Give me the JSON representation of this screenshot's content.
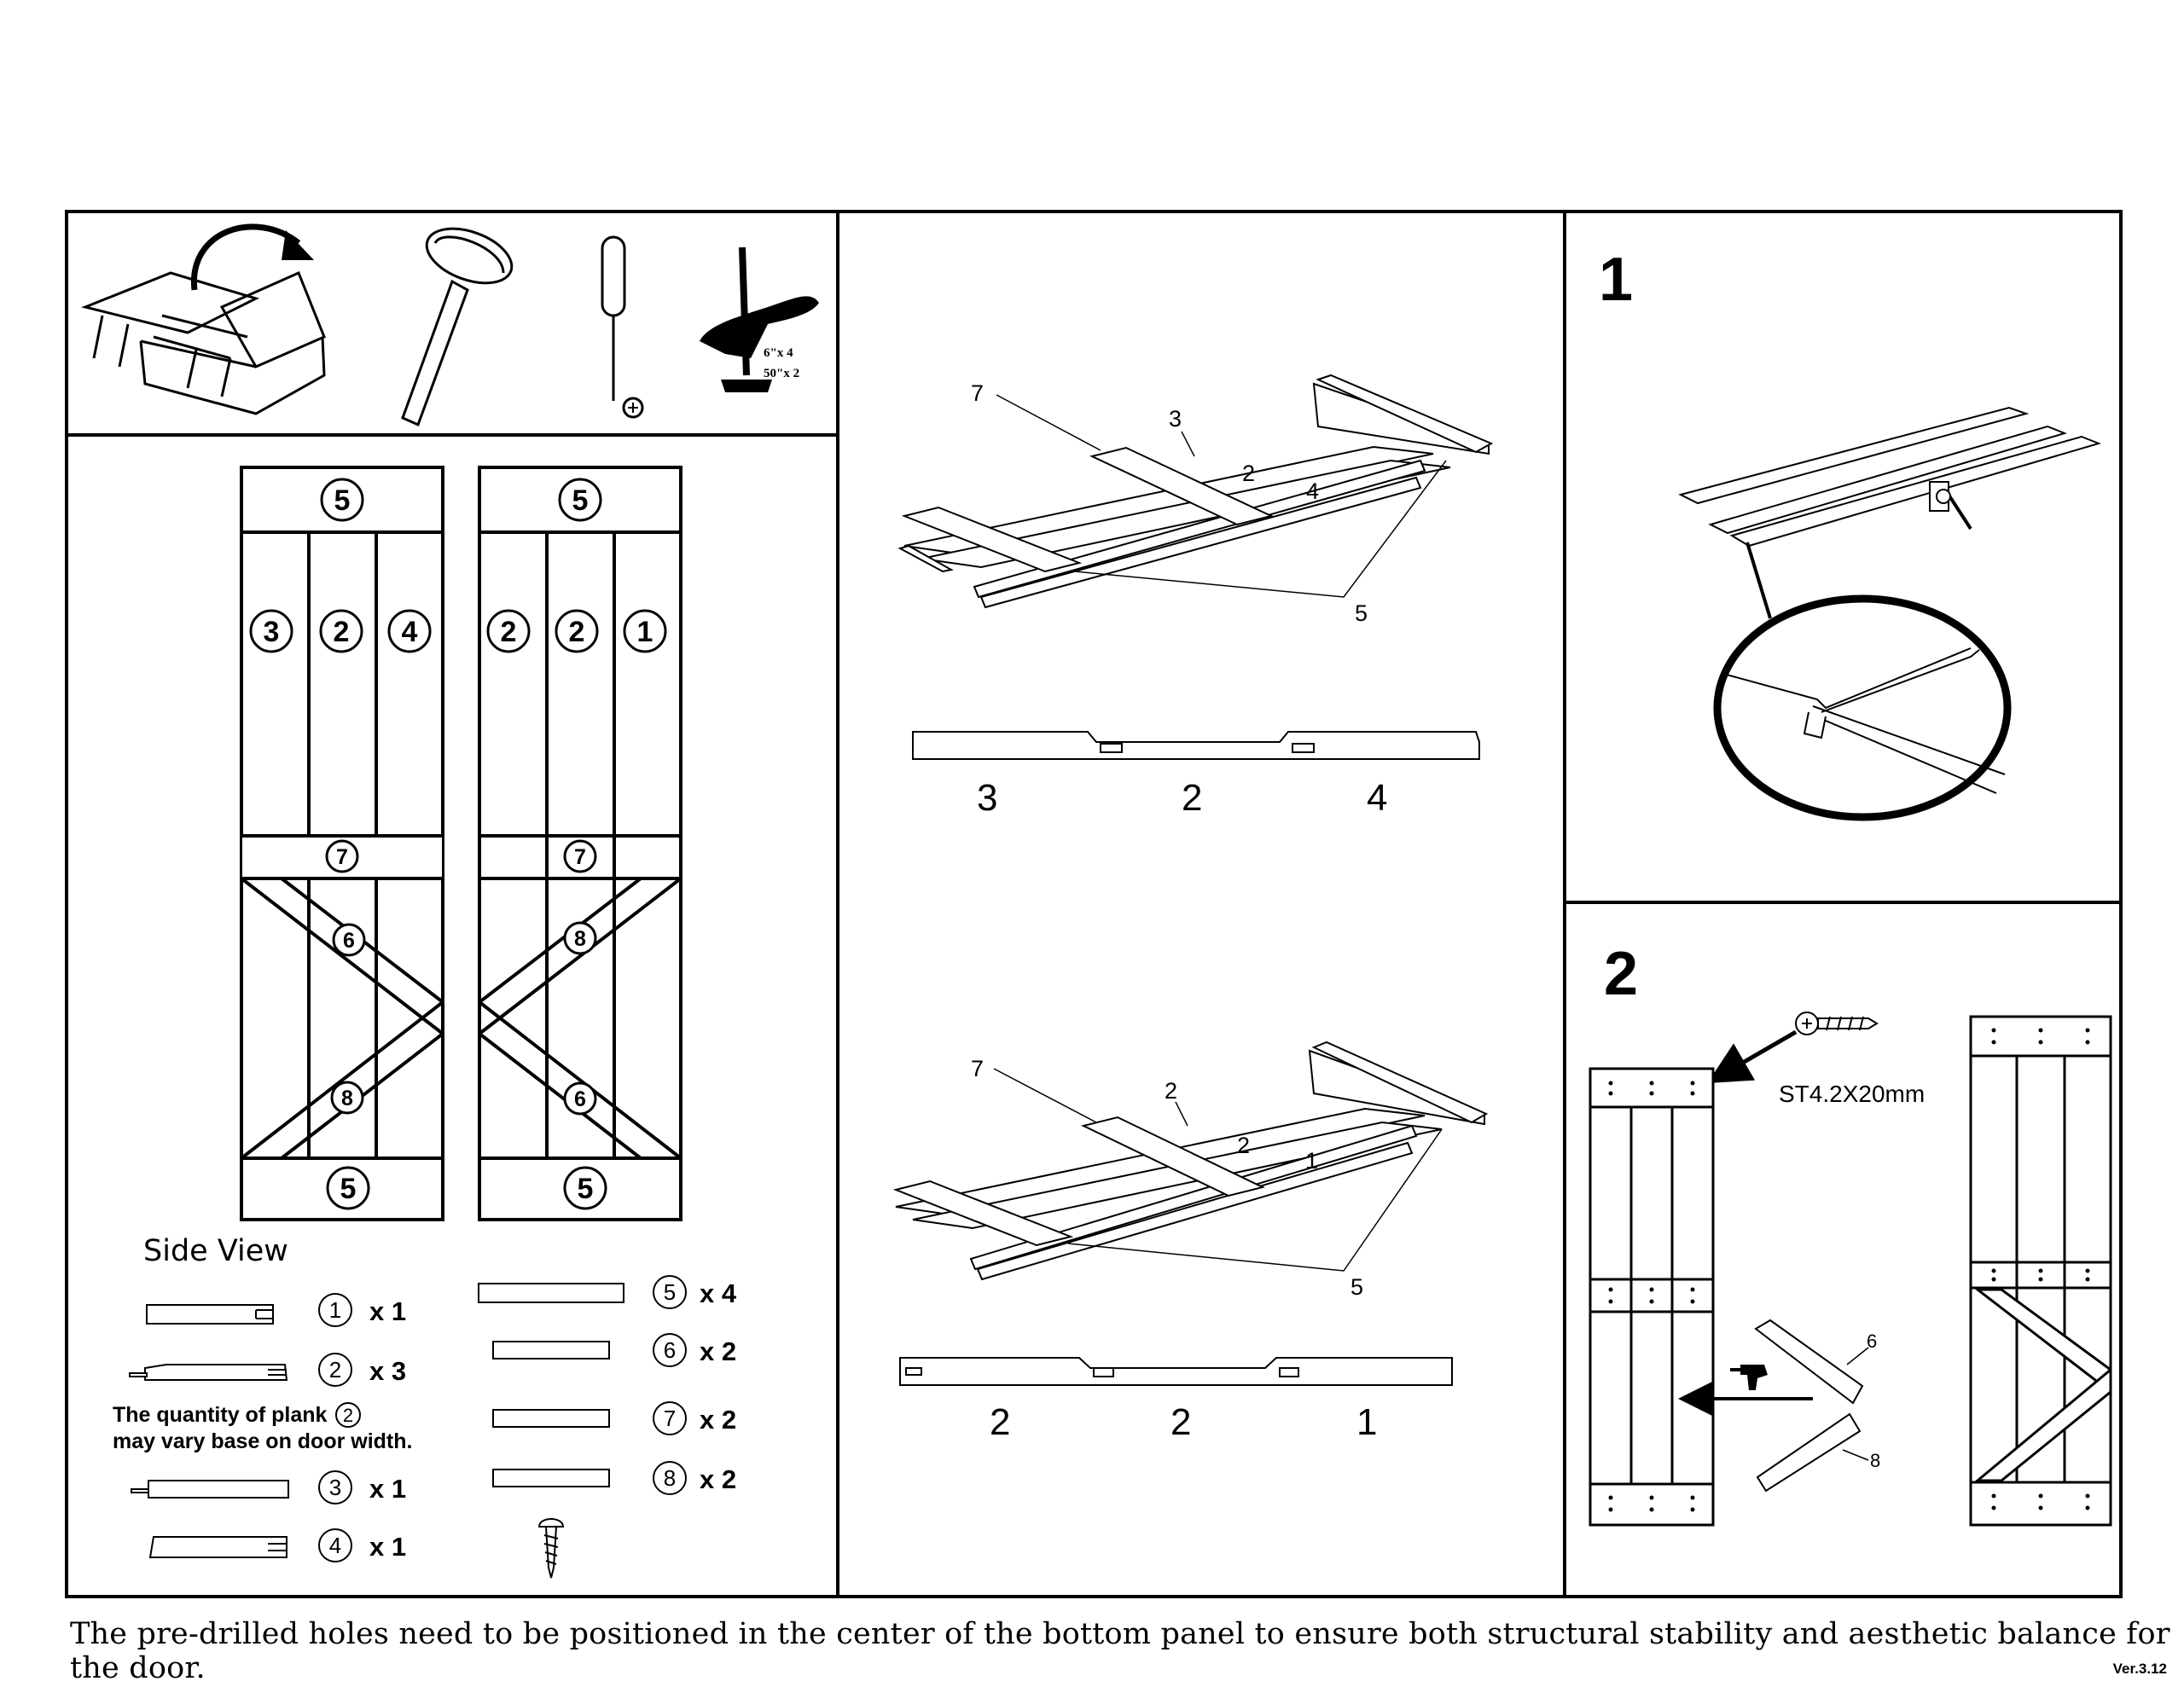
{
  "tools": {
    "clamp_label_1": "6\"x 4",
    "clamp_label_2": "50\"x 2"
  },
  "door_left": {
    "top_rail": "5",
    "planks": [
      "3",
      "2",
      "4"
    ],
    "mid_rail": "7",
    "brace_top": "6",
    "brace_bottom": "8",
    "bottom_rail": "5"
  },
  "door_right": {
    "top_rail": "5",
    "planks": [
      "2",
      "2",
      "1"
    ],
    "mid_rail": "7",
    "brace_top": "8",
    "brace_bottom": "6",
    "bottom_rail": "5"
  },
  "side_view": {
    "title": "Side View",
    "parts_left": [
      {
        "num": "1",
        "qty": "x 1"
      },
      {
        "num": "2",
        "qty": "x 3"
      },
      {
        "num": "3",
        "qty": "x 1"
      },
      {
        "num": "4",
        "qty": "x 1"
      }
    ],
    "note_line1": "The quantity of plank",
    "note_num": "2",
    "note_line2": "may vary base on door width.",
    "parts_right": [
      {
        "num": "5",
        "qty": "x 4"
      },
      {
        "num": "6",
        "qty": "x 2"
      },
      {
        "num": "7",
        "qty": "x 2"
      },
      {
        "num": "8",
        "qty": "x 2"
      }
    ]
  },
  "assembly_top": {
    "labels": {
      "a": "7",
      "b": "3",
      "c": "2",
      "d": "4",
      "e": "5"
    },
    "profile": [
      "3",
      "2",
      "4"
    ]
  },
  "assembly_bottom": {
    "labels": {
      "a": "7",
      "b": "2",
      "c": "2",
      "d": "1",
      "e": "5"
    },
    "profile": [
      "2",
      "2",
      "1"
    ]
  },
  "step1": {
    "number": "1"
  },
  "step2": {
    "number": "2",
    "screw_spec": "ST4.2X20mm",
    "brace_a": "6",
    "brace_b": "8"
  },
  "footer": {
    "note": "The pre-drilled holes need to be positioned in the center of the bottom panel to ensure both structural stability and aesthetic balance for the door.",
    "version": "Ver.3.12"
  }
}
